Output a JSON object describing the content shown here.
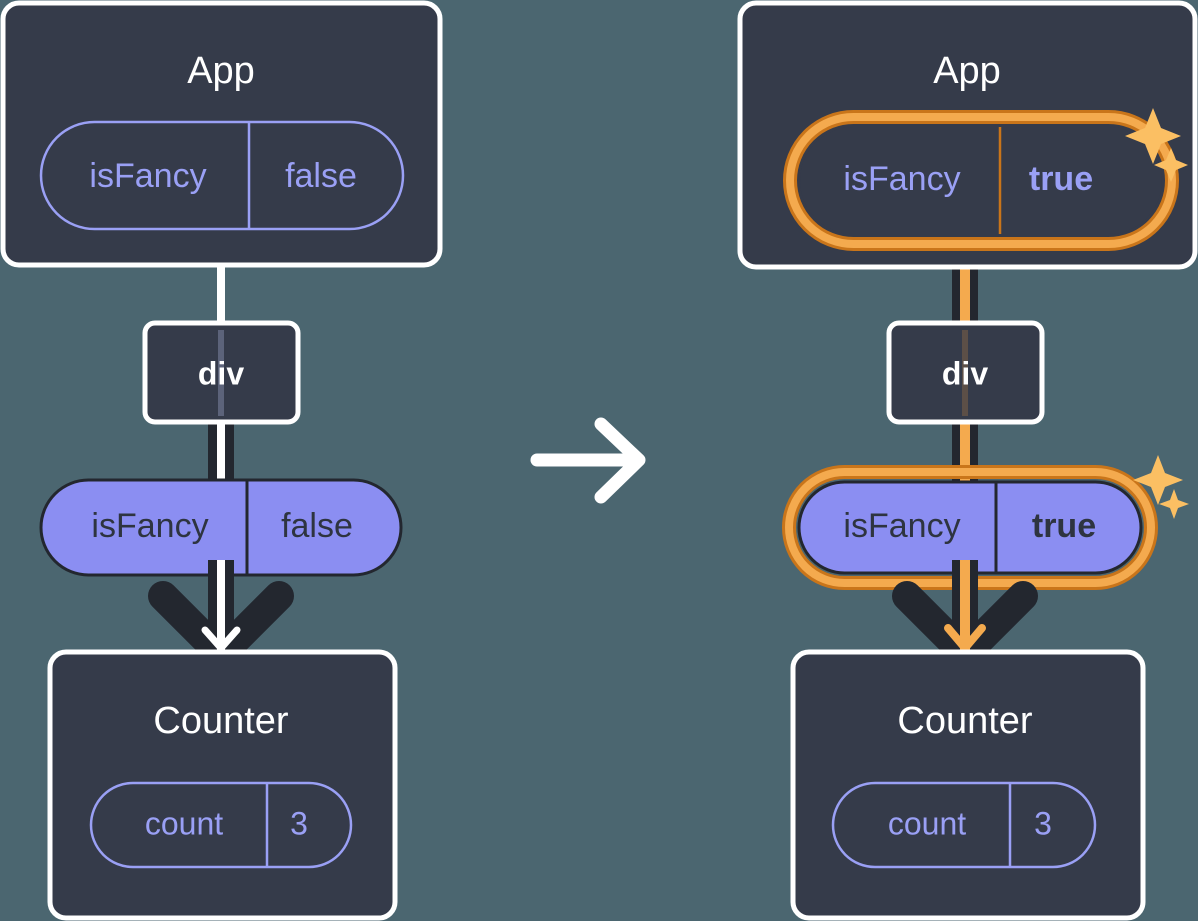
{
  "meta": {
    "background_color": "#4b6670",
    "box_fill": "#353b4a",
    "box_border": "#ffffff",
    "pill_outline_stroke": "#9aa0f5",
    "pill_outline_text": "#9aa0f5",
    "pill_filled_fill": "#8b8ef2",
    "pill_filled_border": "#23272f",
    "pill_filled_text": "#2e3440",
    "highlight_outer": "#c9751a",
    "highlight_inner": "#f4aa4e",
    "sparkle_color": "#fbbf63",
    "arrow_white": "#ffffff",
    "arrow_dark": "#23272f",
    "line_muted": "#5c637a"
  },
  "transition_arrow": {
    "icon": "arrow-right-icon",
    "color": "#ffffff"
  },
  "panels": [
    {
      "id": "before",
      "side": "left",
      "app_box": {
        "title": "App",
        "highlighted": false,
        "pill": {
          "key": "isFancy",
          "value": "false",
          "style": "outline",
          "value_bold": false,
          "highlighted": false
        },
        "sparkles": false
      },
      "div_box": {
        "label": "div"
      },
      "props_pill": {
        "key": "isFancy",
        "value": "false",
        "style": "filled",
        "value_bold": false,
        "highlighted": false,
        "sparkles": false
      },
      "counter_box": {
        "title": "Counter",
        "pill": {
          "key": "count",
          "value": "3",
          "style": "outline"
        }
      },
      "flow_color": "#ffffff"
    },
    {
      "id": "after",
      "side": "right",
      "app_box": {
        "title": "App",
        "highlighted": false,
        "pill": {
          "key": "isFancy",
          "value": "true",
          "style": "outline",
          "value_bold": true,
          "highlighted": true
        },
        "sparkles": true
      },
      "div_box": {
        "label": "div"
      },
      "props_pill": {
        "key": "isFancy",
        "value": "true",
        "style": "filled",
        "value_bold": true,
        "highlighted": true,
        "sparkles": true
      },
      "counter_box": {
        "title": "Counter",
        "pill": {
          "key": "count",
          "value": "3",
          "style": "outline"
        }
      },
      "flow_color": "#f4aa4e"
    }
  ]
}
